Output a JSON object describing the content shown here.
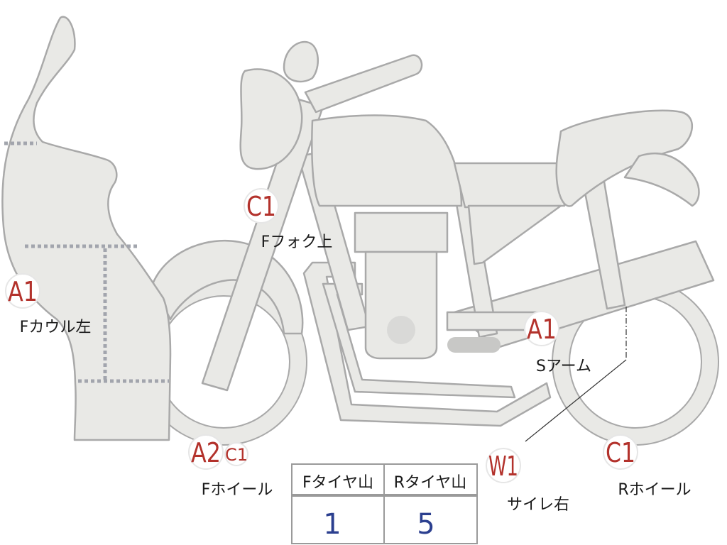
{
  "colors": {
    "part_fill": "#e9e9e6",
    "part_stroke": "#a9a9a9",
    "damage_code": "#b3322c",
    "label_text": "#1a1a1a",
    "value_text": "#2b3f8f",
    "table_border": "#9a9a9a",
    "dotted_line": "#a2a5ad"
  },
  "markers": [
    {
      "code": "A1",
      "label": "Fカウル左"
    },
    {
      "code": "C1",
      "label": "Fフォク上"
    },
    {
      "code": "A2",
      "extra_code": "C1",
      "label": "Fホイール"
    },
    {
      "code": "A1",
      "label": "Sアーム"
    },
    {
      "code": "W1",
      "label": "サイレ右"
    },
    {
      "code": "C1",
      "label": "Rホイール"
    }
  ],
  "tire_table": {
    "headers": [
      "Fタイヤ山",
      "Rタイヤ山"
    ],
    "values": [
      "1",
      "5"
    ]
  }
}
